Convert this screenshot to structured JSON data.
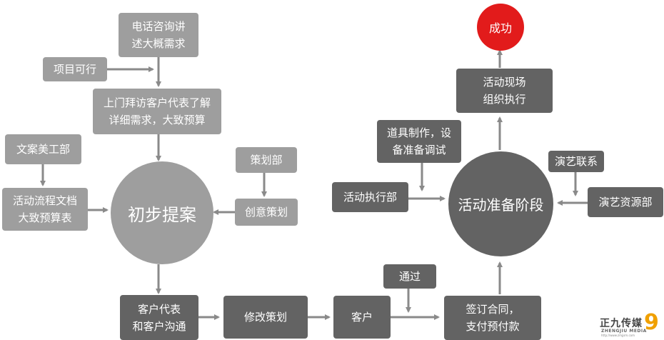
{
  "nodes": {
    "phone": "电话咨询讲\n述大概需求",
    "feasible": "项目可行",
    "visit": "上门拜访客户代表了解\n详细需求，大致预算",
    "art": "文案美工部",
    "planning_dept": "策划部",
    "flow_doc": "活动流程文档\n大致预算表",
    "proposal": "初步提案",
    "creative": "创意策划",
    "rep_comm": "客户代表\n和客户沟通",
    "revise": "修改策划",
    "client": "客户",
    "pass": "通过",
    "contract": "签订合同，\n支付预付款",
    "prep_stage": "活动准备阶段",
    "exec_dept": "活动执行部",
    "props": "道具制作，设\n备准备调试",
    "talent_contact": "演艺联系",
    "talent_dept": "演艺资源部",
    "onsite": "活动现场\n组织执行",
    "success": "成功"
  },
  "logo": {
    "name": "正九传媒",
    "sub": "ZHENGJIU MEDIA",
    "url": "http://www.zmjjsm.com",
    "digit": "9"
  },
  "colors": {
    "light_box": "#9e9e9e",
    "dark_box": "#636363",
    "proposal_circle": "#9e9e9e",
    "stage_circle": "#636363",
    "success_circle": "#e21b1b",
    "arrow": "#8a8a8a"
  }
}
